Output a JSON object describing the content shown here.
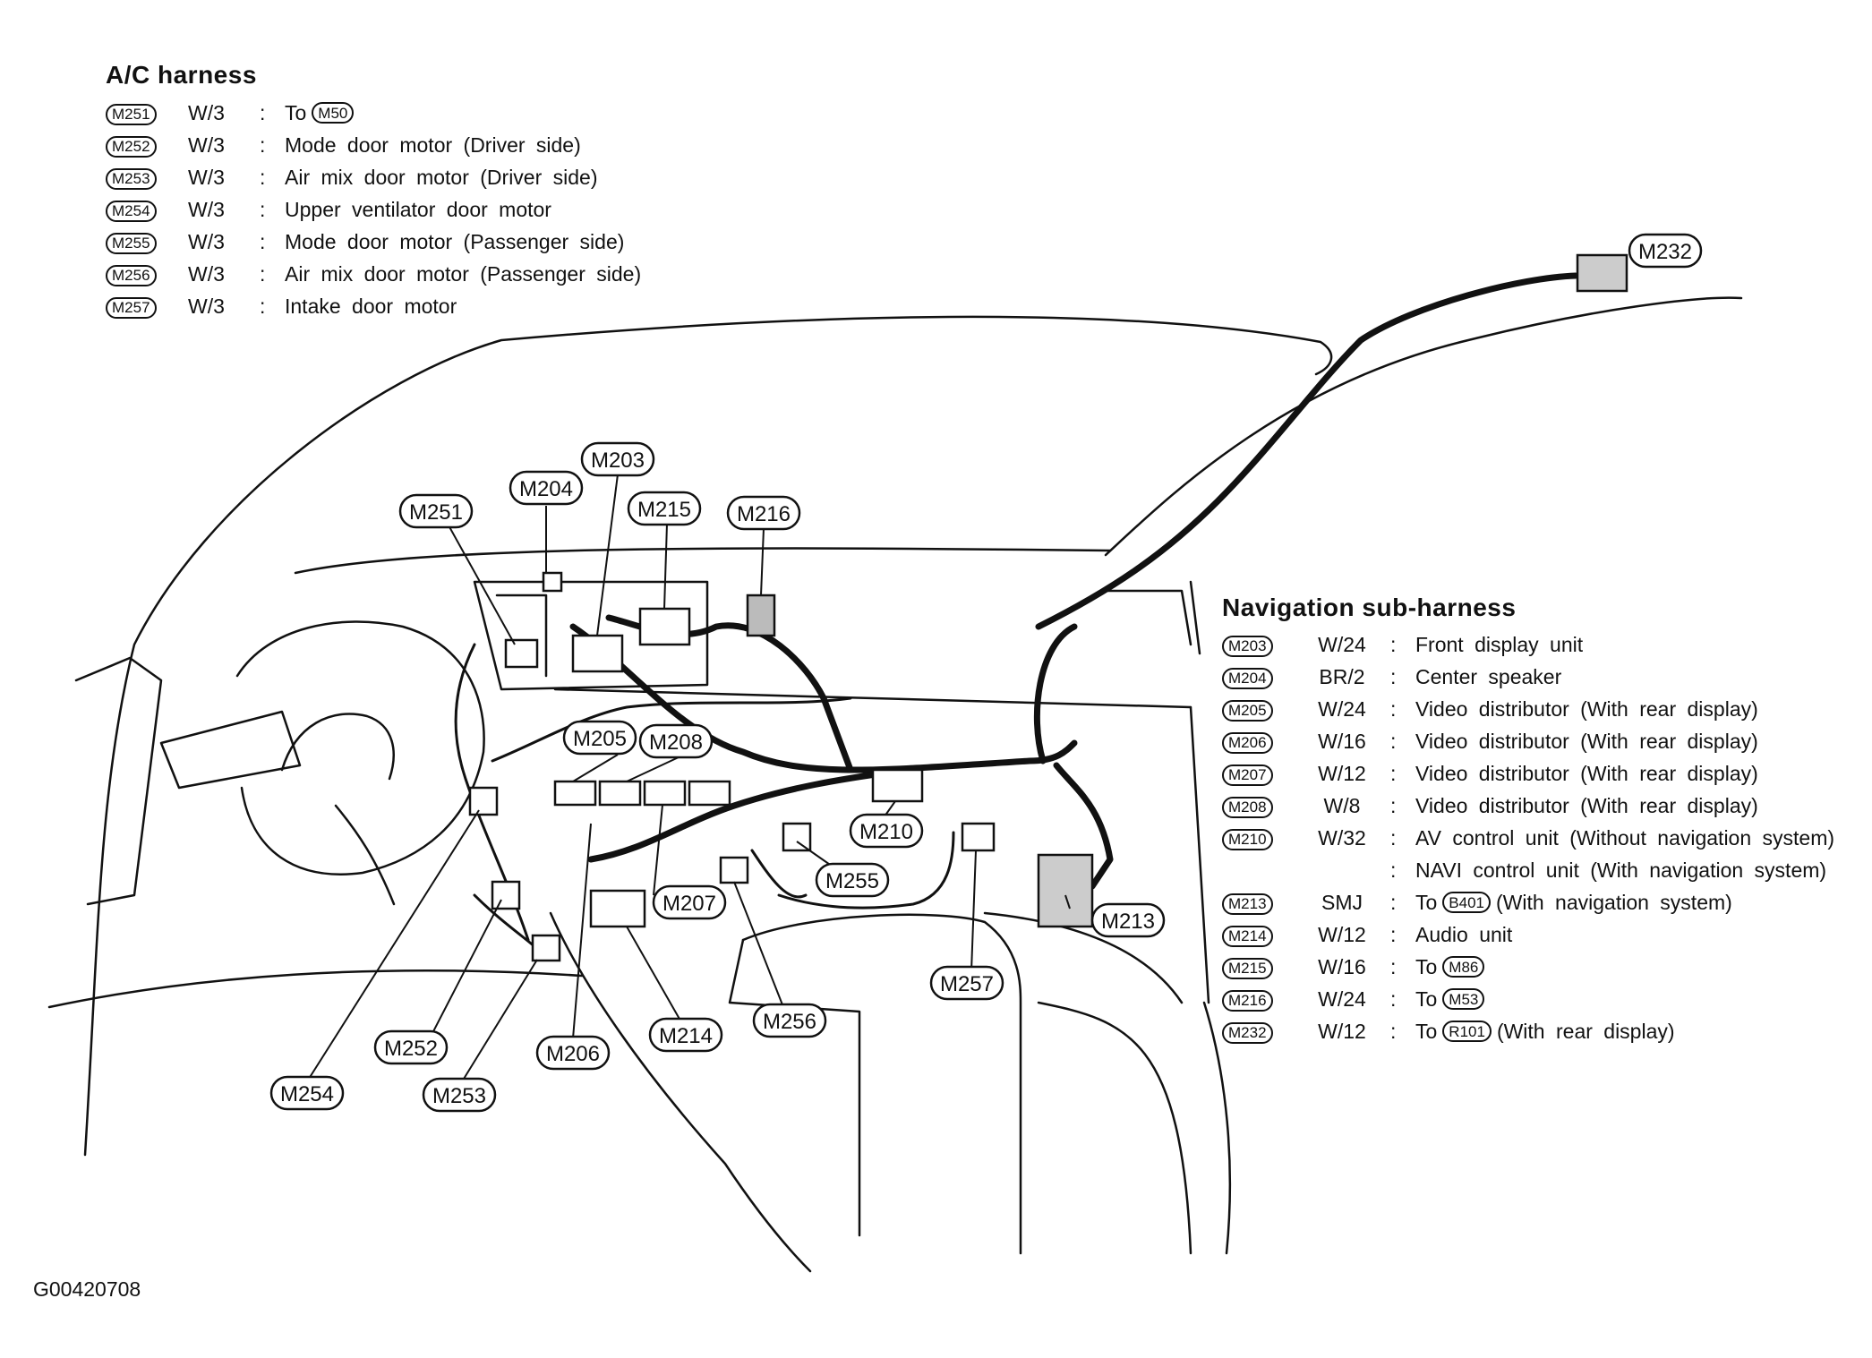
{
  "ac_harness": {
    "title": "A/C harness",
    "rows": [
      {
        "code": "M251",
        "wire": "W/3",
        "desc": "To",
        "ref": "M50",
        "suffix": ""
      },
      {
        "code": "M252",
        "wire": "W/3",
        "desc": "Mode door motor (Driver side)",
        "ref": "",
        "suffix": ""
      },
      {
        "code": "M253",
        "wire": "W/3",
        "desc": "Air mix door motor (Driver side)",
        "ref": "",
        "suffix": ""
      },
      {
        "code": "M254",
        "wire": "W/3",
        "desc": "Upper ventilator door motor",
        "ref": "",
        "suffix": ""
      },
      {
        "code": "M255",
        "wire": "W/3",
        "desc": "Mode door motor (Passenger side)",
        "ref": "",
        "suffix": ""
      },
      {
        "code": "M256",
        "wire": "W/3",
        "desc": "Air mix door motor (Passenger side)",
        "ref": "",
        "suffix": ""
      },
      {
        "code": "M257",
        "wire": "W/3",
        "desc": "Intake door motor",
        "ref": "",
        "suffix": ""
      }
    ]
  },
  "nav_harness": {
    "title": "Navigation sub-harness",
    "rows": [
      {
        "code": "M203",
        "wire": "W/24",
        "desc": "Front display unit",
        "ref": "",
        "suffix": ""
      },
      {
        "code": "M204",
        "wire": "BR/2",
        "desc": "Center speaker",
        "ref": "",
        "suffix": ""
      },
      {
        "code": "M205",
        "wire": "W/24",
        "desc": "Video distributor (With rear display)",
        "ref": "",
        "suffix": ""
      },
      {
        "code": "M206",
        "wire": "W/16",
        "desc": "Video distributor (With rear display)",
        "ref": "",
        "suffix": ""
      },
      {
        "code": "M207",
        "wire": "W/12",
        "desc": "Video distributor (With rear display)",
        "ref": "",
        "suffix": ""
      },
      {
        "code": "M208",
        "wire": "W/8",
        "desc": "Video distributor (With rear display)",
        "ref": "",
        "suffix": ""
      },
      {
        "code": "M210",
        "wire": "W/32",
        "desc": "AV control unit (Without navigation system)",
        "ref": "",
        "suffix": ""
      },
      {
        "code": "",
        "wire": "",
        "desc": "NAVI control unit (With navigation system)",
        "ref": "",
        "suffix": ""
      },
      {
        "code": "M213",
        "wire": "SMJ",
        "desc": "To",
        "ref": "B401",
        "suffix": "(With navigation system)"
      },
      {
        "code": "M214",
        "wire": "W/12",
        "desc": "Audio unit",
        "ref": "",
        "suffix": ""
      },
      {
        "code": "M215",
        "wire": "W/16",
        "desc": "To",
        "ref": "M86",
        "suffix": ""
      },
      {
        "code": "M216",
        "wire": "W/24",
        "desc": "To",
        "ref": "M53",
        "suffix": ""
      },
      {
        "code": "M232",
        "wire": "W/12",
        "desc": "To",
        "ref": "R101",
        "suffix": "(With rear display)"
      }
    ]
  },
  "callouts": {
    "M251": "M251",
    "M204": "M204",
    "M203": "M203",
    "M215": "M215",
    "M216": "M216",
    "M232": "M232",
    "M205": "M205",
    "M208": "M208",
    "M210": "M210",
    "M255": "M255",
    "M207": "M207",
    "M213": "M213",
    "M257": "M257",
    "M256": "M256",
    "M214": "M214",
    "M206": "M206",
    "M252": "M252",
    "M253": "M253",
    "M254": "M254"
  },
  "figure_id": "G00420708"
}
